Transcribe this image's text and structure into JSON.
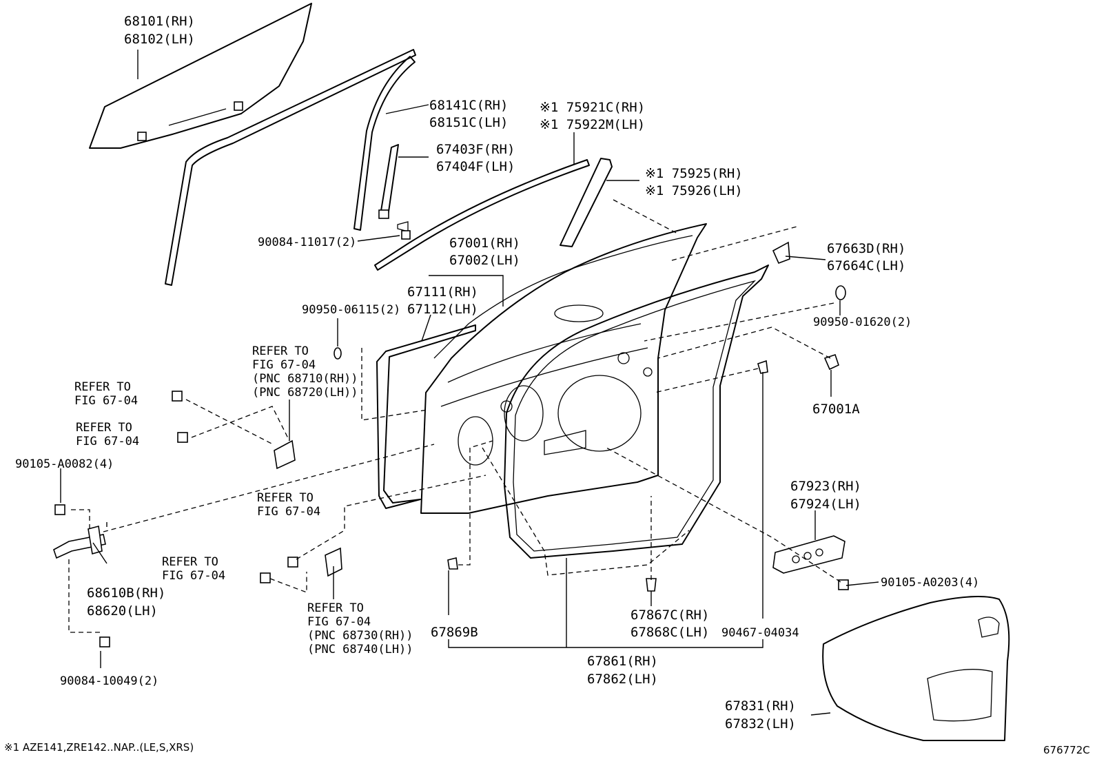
{
  "diagram": {
    "labels": {
      "glass": [
        "68101(RH)",
        "68102(LH)"
      ],
      "run_channel": [
        "68141C(RH)",
        "68151C(LH)"
      ],
      "rear_channel": [
        "67403F(RH)",
        "67404F(LH)"
      ],
      "bolt_rear_channel": "90084-11017(2)",
      "belt_molding": [
        "※1 75921C(RH)",
        "※1 75922M(LH)"
      ],
      "frame_garnish": [
        "※1 75925(RH)",
        "※1 75926(LH)"
      ],
      "door_panel": [
        "67001(RH)",
        "67002(LH)"
      ],
      "outer_panel": [
        "67111(RH)",
        "67112(LH)"
      ],
      "plug_upper": "90950-06115(2)",
      "ref_hinge_upper": [
        "REFER TO",
        "FIG 67-04",
        "(PNC 68710(RH))",
        "(PNC 68720(LH))"
      ],
      "ref_bolt_1": [
        "REFER TO",
        "FIG 67-04"
      ],
      "ref_bolt_2": [
        "REFER TO",
        "FIG 67-04"
      ],
      "bolt_checker": "90105-A0082(4)",
      "ref_bolt_3": [
        "REFER TO",
        "FIG 67-04"
      ],
      "ref_bolt_4": [
        "REFER TO",
        "FIG 67-04"
      ],
      "checker": [
        "68610B(RH)",
        "68620(LH)"
      ],
      "ref_hinge_lower": [
        "REFER TO",
        "FIG 67-04",
        "(PNC 68730(RH))",
        "(PNC 68740(LH))"
      ],
      "bolt_checker_lower": "90084-10049(2)",
      "corner_piece": [
        "67663D(RH)",
        "67664C(LH)"
      ],
      "plug_rear": "90950-01620(2)",
      "door_cushion": "67001A",
      "service_hole_cover": [
        "67923(RH)",
        "67924(LH)"
      ],
      "bolt_cover": "90105-A0203(4)",
      "clip_67869b": "67869B",
      "weatherstrip_clip": [
        "67867C(RH)",
        "67868C(LH)"
      ],
      "clip_90467": "90467-04034",
      "weatherstrip": [
        "67861(RH)",
        "67862(LH)"
      ],
      "trim_board": [
        "67831(RH)",
        "67832(LH)"
      ]
    },
    "footnote": "※1 AZE141,ZRE142..NAP..(LE,S,XRS)",
    "figure_number": "676772C"
  }
}
